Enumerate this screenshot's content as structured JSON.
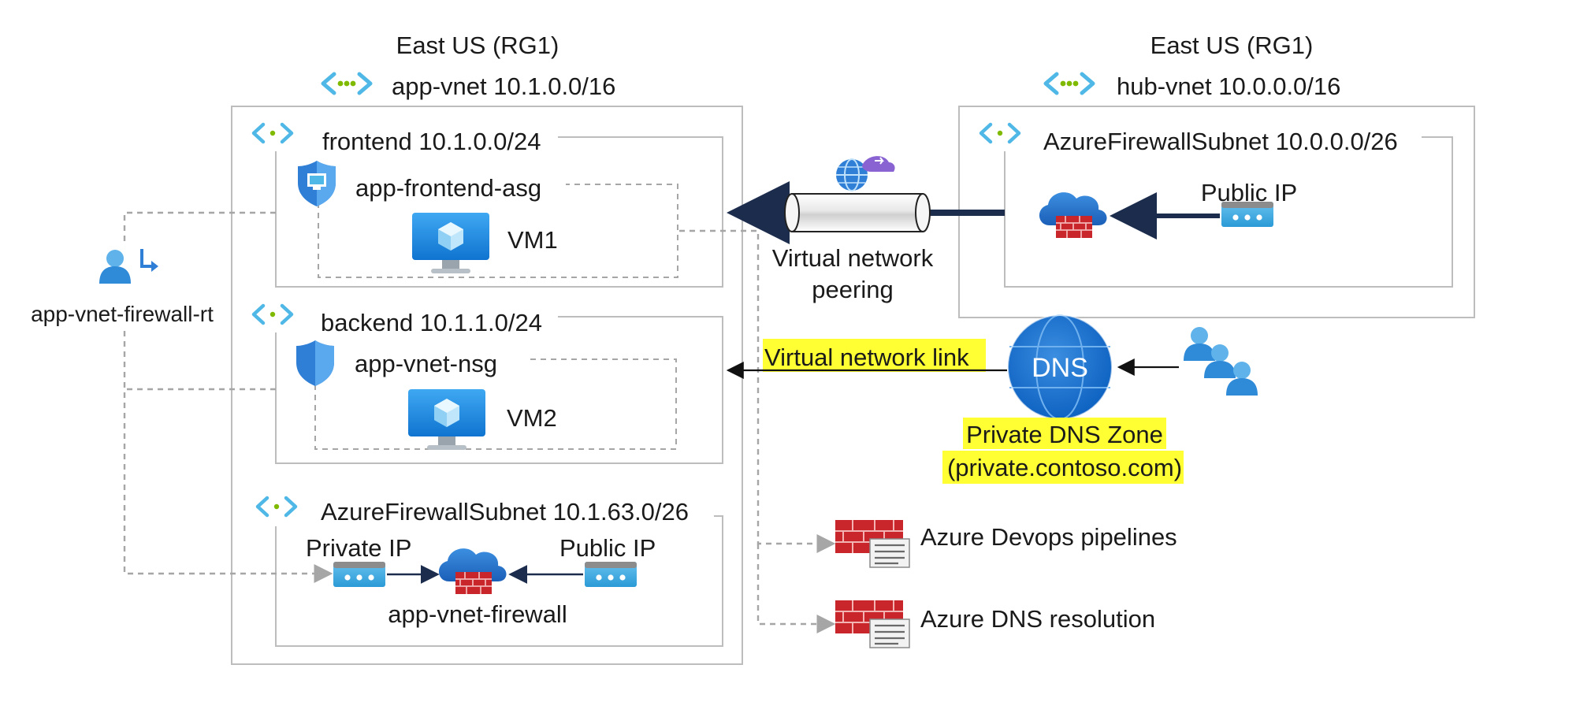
{
  "left_region": {
    "region": "East US (RG1)",
    "vnet": "app-vnet 10.1.0.0/16",
    "subnets": {
      "frontend": {
        "label": "frontend 10.1.0.0/24",
        "asg": "app-frontend-asg",
        "vm": "VM1"
      },
      "backend": {
        "label": "backend 10.1.1.0/24",
        "nsg": "app-vnet-nsg",
        "vm": "VM2"
      },
      "firewall": {
        "label": "AzureFirewallSubnet 10.1.63.0/26",
        "private_ip": "Private IP",
        "public_ip": "Public IP",
        "firewall": "app-vnet-firewall"
      }
    }
  },
  "route_table": {
    "label": "app-vnet-firewall-rt"
  },
  "right_region": {
    "region": "East US (RG1)",
    "vnet": "hub-vnet 10.0.0.0/16",
    "subnet": {
      "label": "AzureFirewallSubnet 10.0.0.0/26",
      "public_ip": "Public IP"
    }
  },
  "peering": {
    "line1": "Virtual network",
    "line2": "peering"
  },
  "vnet_link": {
    "label": "Virtual network link"
  },
  "dns": {
    "icon_text": "DNS",
    "zone_line1": "Private DNS Zone",
    "zone_line2": "(private.contoso.com)"
  },
  "rules": [
    {
      "label": "Azure Devops pipelines"
    },
    {
      "label": "Azure DNS resolution"
    }
  ],
  "colors": {
    "highlight": "#ffff33",
    "azure_blue": "#0078d4",
    "vnet_chevron": "#50b8e6",
    "vnet_dot": "#7fba00",
    "firewall_red": "#c8262b",
    "arrow_navy": "#1c2c4c",
    "box_border": "#bdbdbd"
  }
}
